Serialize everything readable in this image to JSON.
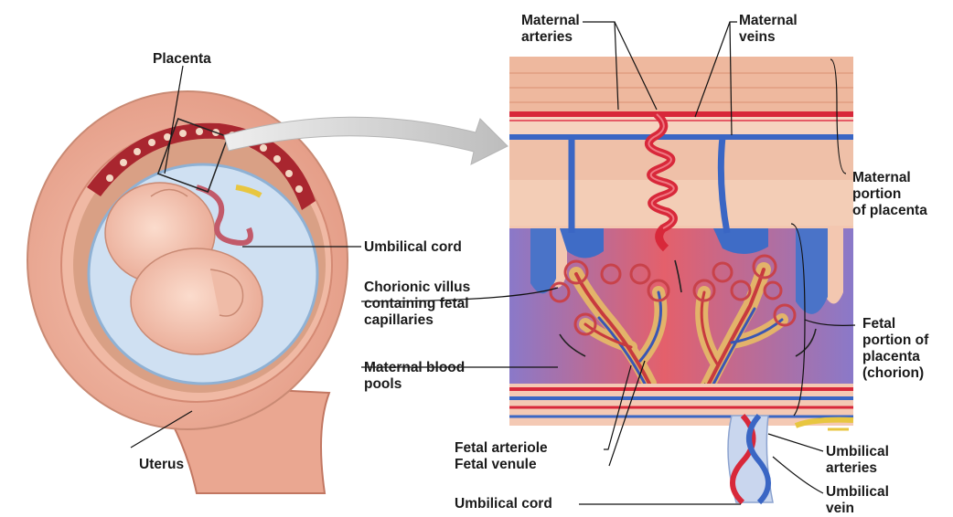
{
  "labels": {
    "placenta": "Placenta",
    "umbilical_cord": "Umbilical cord",
    "chorionic_villus": [
      "Chorionic villus",
      "containing fetal",
      "capillaries"
    ],
    "maternal_blood_pools": [
      "Maternal blood",
      "pools"
    ],
    "uterus": "Uterus",
    "maternal_arteries": [
      "Maternal",
      "arteries"
    ],
    "maternal_veins": [
      "Maternal",
      "veins"
    ],
    "maternal_portion": [
      "Maternal",
      "portion",
      "of placenta"
    ],
    "fetal_portion": [
      "Fetal",
      "portion of",
      "placenta",
      "(chorion)"
    ],
    "fetal_arteriole": "Fetal arteriole",
    "fetal_venule": "Fetal venule",
    "umbilical_arteries": [
      "Umbilical",
      "arteries"
    ],
    "umbilical_vein": [
      "Umbilical",
      "vein"
    ],
    "umbilical_cord_bottom": "Umbilical cord"
  },
  "colors": {
    "artery": "#d8283a",
    "vein": "#3a66c4",
    "uterus_wall": "#eeb49e",
    "amniotic": "#cfe0f2",
    "fetus": "#f5c7b5",
    "maternal_tissue": "#f2c8b2",
    "blood_pool": "#e46a72"
  },
  "icons": [
    "zoom-arrow-icon"
  ]
}
